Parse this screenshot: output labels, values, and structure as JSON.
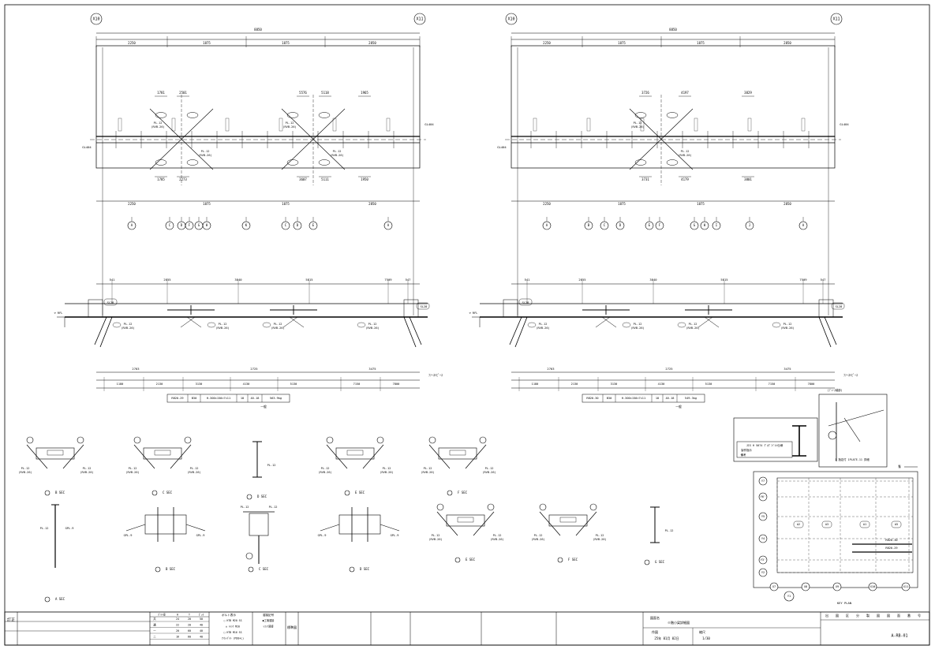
{
  "drawing": {
    "top_grid_left": "X10",
    "top_grid_right": "X11",
    "overall_span": "8850",
    "segments_top": [
      "2250",
      "1875",
      "1875",
      "2850"
    ],
    "left_plan": {
      "dims_upper": [
        "1781",
        "2501",
        "5576",
        "5118",
        "1965"
      ],
      "dims_lower": [
        "1785",
        "2273",
        "3607",
        "5111",
        "1950"
      ],
      "gl_label": "GL404"
    },
    "right_plan": {
      "dims_upper": [
        "3726",
        "4197",
        "3829"
      ],
      "dims_lower": [
        "3731",
        "4179",
        "3801"
      ],
      "gl_label": "GL404"
    },
    "bubbles_left": [
      "A",
      "C",
      "D",
      "F",
      "G",
      "H",
      "K",
      "C",
      "D",
      "E",
      "A"
    ],
    "bubbles_right": [
      "A",
      "B",
      "C",
      "D",
      "E",
      "F",
      "G",
      "H",
      "I",
      "J",
      "A"
    ],
    "elev_left": {
      "dims_top": [
        "541",
        "2855",
        "3840",
        "5815",
        "7509",
        "547"
      ],
      "dims_bottom": [
        "2703",
        "2725",
        "3475"
      ],
      "dims_base": [
        "1180",
        "2130",
        "3130",
        "4130",
        "5130",
        "7150",
        "7800"
      ],
      "tag_left": "SL28",
      "tag_right": "SL28",
      "label_rfl": "▽ RFL",
      "label_note": "ﾌｧｰｽﾄﾋﾟｰｽ"
    },
    "elev_right": {
      "dims_top": [
        "541",
        "2855",
        "3840",
        "5815",
        "7509",
        "547"
      ],
      "dims_bottom": [
        "2703",
        "2725",
        "3475"
      ],
      "dims_base": [
        "1180",
        "2130",
        "3130",
        "4130",
        "5130",
        "7150",
        "7800"
      ],
      "tag_left": "SL28",
      "tag_right": "SL28"
    },
    "member_table_left": [
      "RB20-29",
      "B30",
      "H-300×150×7×11",
      "18",
      "A5-18",
      "563.9kg"
    ],
    "member_table_right": [
      "RB20-30",
      "B30",
      "H-300×150×7×11",
      "18",
      "A5-18",
      "549.3kg"
    ],
    "member_note": "一般",
    "section_labels_row1": [
      "B SEC",
      "C SEC",
      "D SEC",
      "E SEC",
      "F SEC"
    ],
    "section_labels_row2": [
      "A SEC",
      "B SEC",
      "C SEC",
      "D SEC",
      "E SEC",
      "F SEC",
      "G SEC"
    ],
    "plate_callouts": [
      "PL-12",
      "(RVB-26)",
      "GPL-9",
      "SPL-9"
    ],
    "detail_box": {
      "caption": "JIS H 5074 ｸﾞﾚﾀﾞﾆﾍﾞﾙﾄ仕様",
      "sub1": "製作指示",
      "sub2": "備考",
      "right_caption": "1 指定付 1PLATE-11 詳細",
      "right_top": "(ﾌﾞﾚｰｽ端部)"
    },
    "key_plan": {
      "title": "KEY PLAN",
      "north": "N",
      "row_labels": [
        "Y7",
        "Y6'",
        "Y5",
        "Y4",
        "Y3'",
        "Y2"
      ],
      "col_labels": [
        "X7",
        "X8",
        "X9",
        "X10",
        "X11"
      ],
      "bay_labels": [
        "A2",
        "A3",
        "A1",
        "A5"
      ],
      "tag1": "RB20-30",
      "tag2": "RB20-29",
      "y_label": "Y1"
    }
  },
  "title_block": {
    "rev_label": "訂正",
    "table_head": [
      "ﾎﾞﾙﾄ径",
      "H",
      "T",
      "ﾋﾟｯﾁ"
    ],
    "table_rows": [
      [
        "24",
        "20",
        "50"
      ],
      [
        "22",
        "20",
        "40"
      ],
      [
        "20",
        "60",
        "40"
      ],
      [
        "16",
        "60",
        "40"
      ]
    ],
    "row_kanji": [
      "共",
      "通",
      "一",
      "二"
    ],
    "bolt_head": "ボルト表示",
    "bolt_rows": [
      "○ HTB M20 SS",
      "◎ ﾄﾙｼｱ M20",
      "□ HTB M16 SS",
      "ｱﾝｶｰﾎﾞﾙﾄ (M20×L)"
    ],
    "weld_head": "溶接記号",
    "weld_rows": [
      "●工場溶接",
      "▽ﾌﾚｱ溶接",
      "",
      ""
    ],
    "std_label": "標準図",
    "drawing_name_label": "図面名",
    "drawing_name": "※階小梁詳細図",
    "date_label": "作図",
    "date": "25年 01月 02日",
    "scale_label": "縮尺",
    "scale": "1/30",
    "right_heads": [
      "出",
      "図",
      "区",
      "分",
      "製",
      "図",
      "図",
      "面",
      "番",
      "号"
    ],
    "drawing_no": "A-RB-01"
  }
}
